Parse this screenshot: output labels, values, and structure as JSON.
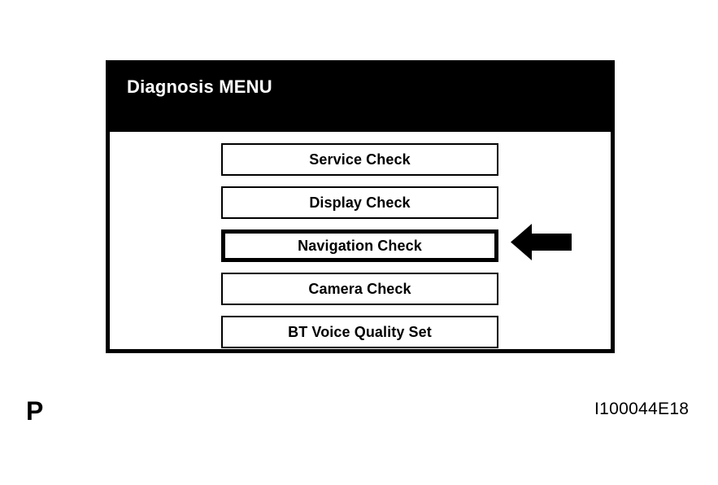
{
  "screen": {
    "title": "Diagnosis MENU",
    "header_background": "#000000",
    "header_text_color": "#ffffff",
    "body_background": "#ffffff",
    "border_color": "#000000",
    "menu_items": [
      {
        "label": "Service Check",
        "selected": false
      },
      {
        "label": "Display Check",
        "selected": false
      },
      {
        "label": "Navigation Check",
        "selected": true
      },
      {
        "label": "Camera Check",
        "selected": false
      },
      {
        "label": "BT Voice Quality Set",
        "selected": false
      }
    ]
  },
  "annotations": {
    "pointer_icon": "arrow-left-icon",
    "pointer_target": "Navigation Check",
    "pointer_color": "#000000",
    "shift_position": "P",
    "figure_reference": "I100044E18"
  }
}
